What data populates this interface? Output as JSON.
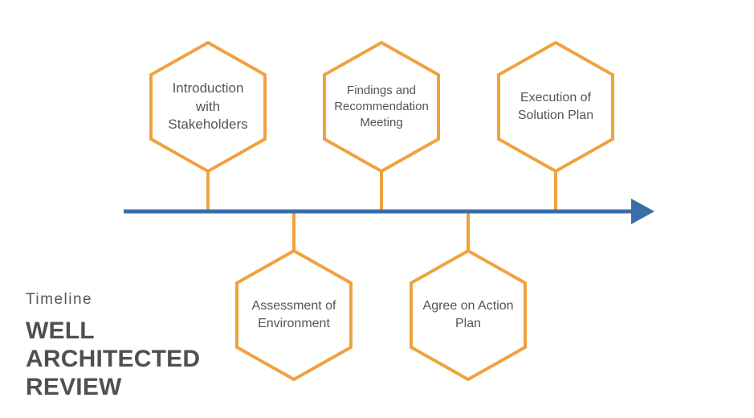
{
  "colors": {
    "hexagon_stroke": "#f0a23e",
    "timeline": "#3a6ea8",
    "text": "#555555",
    "title": "#505050"
  },
  "caption": {
    "subtitle": "Timeline",
    "title_lines": [
      "WELL",
      "ARCHITECTED",
      "REVIEW"
    ]
  },
  "steps": [
    {
      "order": 1,
      "side": "above",
      "lines": [
        "Introduction",
        "with",
        "Stakeholders"
      ]
    },
    {
      "order": 2,
      "side": "below",
      "lines": [
        "Assessment of",
        "Environment"
      ]
    },
    {
      "order": 3,
      "side": "above",
      "lines": [
        "Findings and",
        "Recommendation",
        "Meeting"
      ]
    },
    {
      "order": 4,
      "side": "below",
      "lines": [
        "Agree on Action",
        "Plan"
      ]
    },
    {
      "order": 5,
      "side": "above",
      "lines": [
        "Execution of",
        "Solution Plan"
      ]
    }
  ]
}
